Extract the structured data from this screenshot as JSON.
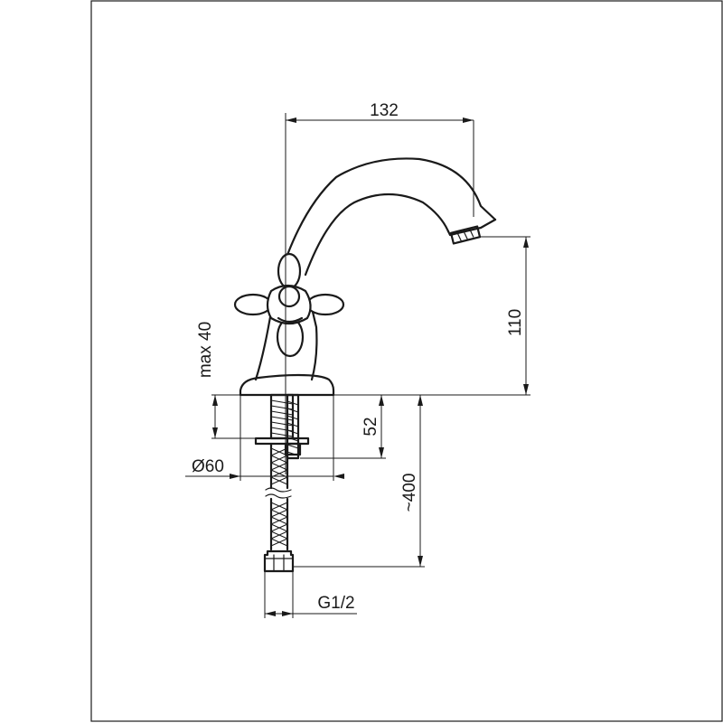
{
  "dimensions": {
    "spout_reach": "132",
    "spout_height": "110",
    "max_deck_thickness": "max 40",
    "shank_length": "52",
    "base_diameter": "Ø60",
    "hose_length": "~400",
    "connection_thread": "G1/2"
  },
  "colors": {
    "line": "#1a1a1a",
    "background": "#ffffff"
  }
}
